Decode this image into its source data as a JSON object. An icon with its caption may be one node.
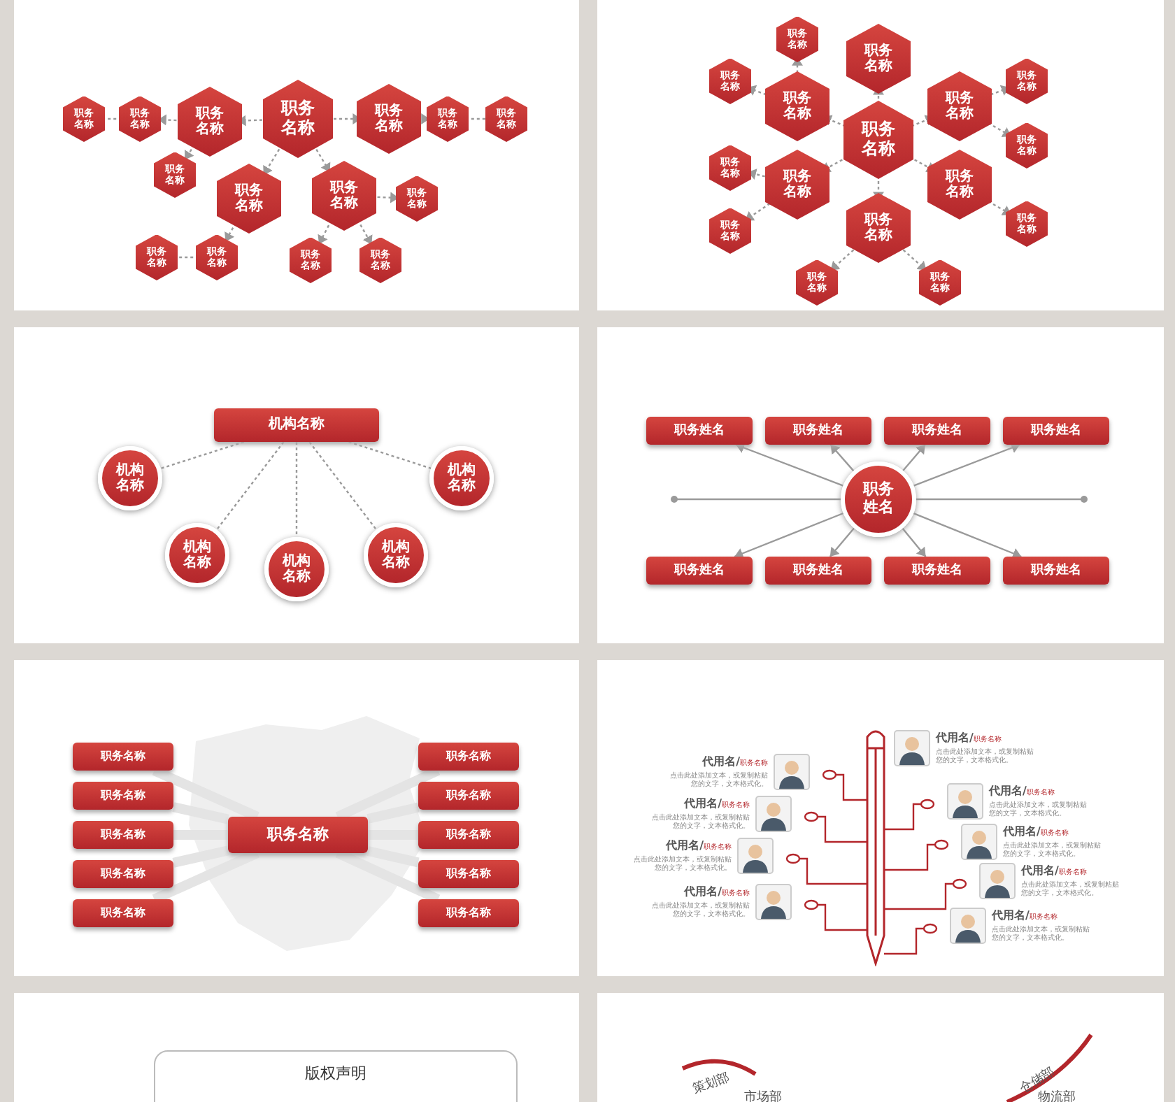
{
  "diagram": {
    "nodes": [
      {
        "text": [
          "职务名称"
        ]
      },
      {
        "text": [
          "职务名称"
        ]
      },
      {
        "text": [
          "职务名称"
        ]
      },
      {
        "text": [
          "职务名称"
        ]
      },
      {
        "text": [
          "职务名称"
        ]
      },
      {
        "text": [
          "职务名称"
        ]
      },
      {
        "text": [
          "职务名称"
        ]
      },
      {
        "text": [
          "职务名称"
        ]
      },
      {
        "text": [
          "职务名称"
        ]
      },
      {
        "text": [
          "职务名称"
        ]
      },
      {
        "text": [
          "职务名称"
        ]
      },
      {
        "text": [
          "职务名称"
        ]
      },
      {
        "text": [
          "职务名称"
        ]
      },
      {
        "text": [
          "职务名称"
        ]
      },
      {
        "text": [
          "职务名称"
        ]
      },
      {
        "text": [
          "职务名称"
        ]
      },
      {
        "text": [
          "职务名称"
        ]
      },
      {
        "text": [
          "职务名称"
        ]
      },
      {
        "text": [
          "职务名称"
        ]
      },
      {
        "text": [
          "职务名称"
        ]
      },
      {
        "text": [
          "职务名称"
        ]
      },
      {
        "text": [
          "职务名称"
        ]
      },
      {
        "text": [
          "职务名称"
        ]
      },
      {
        "text": [
          "职务名称"
        ]
      },
      {
        "text": [
          "职务名称"
        ]
      },
      {
        "text": [
          "职务名称"
        ]
      },
      {
        "text": [
          "职务名称"
        ]
      },
      {
        "text": [
          "职务名称"
        ]
      },
      {
        "text": [
          "职务名称"
        ]
      },
      {
        "text": [
          "职务名称"
        ]
      },
      {
        "text": [
          "职务名称"
        ]
      },
      {
        "text": [
          "机构名称"
        ]
      },
      {
        "text": [
          "机构名称"
        ]
      },
      {
        "text": [
          "机构名称"
        ]
      },
      {
        "text": [
          "机构名称"
        ]
      },
      {
        "text": [
          "机构名称"
        ]
      },
      {
        "text": [
          "机构名称"
        ]
      },
      {
        "text": [
          "职务姓名"
        ]
      },
      {
        "text": [
          "职务姓名"
        ]
      },
      {
        "text": [
          "职务姓名"
        ]
      },
      {
        "text": [
          "职务姓名"
        ]
      },
      {
        "text": [
          "职务姓名"
        ]
      },
      {
        "text": [
          "职务姓名"
        ]
      },
      {
        "text": [
          "职务姓名"
        ]
      },
      {
        "text": [
          "职务姓名"
        ]
      },
      {
        "text": [
          "职务姓名"
        ]
      },
      {
        "text": [
          "职务名称"
        ]
      },
      {
        "text": [
          "职务名称"
        ]
      },
      {
        "text": [
          "职务名称"
        ]
      },
      {
        "text": [
          "职务名称"
        ]
      },
      {
        "text": [
          "职务名称"
        ]
      },
      {
        "text": [
          "职务名称"
        ]
      },
      {
        "text": [
          "职务名称"
        ]
      },
      {
        "text": [
          "职务名称"
        ]
      },
      {
        "text": [
          "职务名称"
        ]
      },
      {
        "text": [
          "职务名称"
        ]
      },
      {
        "text": [
          "职务名称"
        ]
      },
      {
        "text": [
          "代用名/",
          "职务名称",
          "点击此处添加文本，或复制粘贴您的文字，文本格式化。"
        ]
      },
      {
        "text": [],
        "shape": "pencil"
      },
      {
        "text": [
          "代用名/",
          "职务名称",
          "点击此处添加文本，或复制粘贴您的文字，文本格式化。"
        ]
      },
      {
        "text": [
          "代用名/",
          "职务名称",
          "点击此处添加文本，或复制粘贴您的文字，文本格式化。"
        ]
      },
      {
        "text": [
          "代用名/",
          "职务名称",
          "点击此处添加文本，或复制粘贴您的文字，文本格式化。"
        ]
      },
      {
        "text": [
          "代用名/",
          "职务名称",
          "点击此处添加文本，或复制粘贴您的文字，文本格式化。"
        ]
      },
      {
        "text": [
          "代用名/",
          "职务名称",
          "点击此处添加文本，或复制粘贴您的文字，文本格式化。"
        ]
      },
      {
        "text": [
          "代用名/",
          "职务名称",
          "点击此处添加文本，或复制粘贴您的文字，文本格式化。"
        ]
      },
      {
        "text": [
          "代用名/",
          "职务名称",
          "点击此处添加文本，或复制粘贴您的文字，文本格式化。"
        ]
      },
      {
        "text": [
          "代用名/",
          "职务名称",
          "点击此处添加文本，或复制粘贴您的文字，文本格式化。"
        ]
      },
      {
        "text": [
          "版权声明"
        ]
      }
    ],
    "edges": [
      {
        "from": 3,
        "to": 2,
        "arrow": "to",
        "style": "dashed"
      },
      {
        "from": 2,
        "to": 1,
        "arrow": "to",
        "style": "dashed"
      },
      {
        "from": 1,
        "to": 0,
        "arrow": "none",
        "style": "dashed"
      },
      {
        "from": 2,
        "to": 7,
        "arrow": "to",
        "style": "dashed"
      },
      {
        "from": 3,
        "to": 8,
        "arrow": "to",
        "style": "dashed"
      },
      {
        "from": 8,
        "to": 12,
        "arrow": "to",
        "style": "dashed"
      },
      {
        "from": 12,
        "to": 11,
        "arrow": "none",
        "style": "dashed"
      },
      {
        "from": 3,
        "to": 4,
        "arrow": "to",
        "style": "dashed"
      },
      {
        "from": 4,
        "to": 5,
        "arrow": "to",
        "style": "dashed"
      },
      {
        "from": 5,
        "to": 6,
        "arrow": "none",
        "style": "dashed"
      },
      {
        "from": 3,
        "to": 9,
        "arrow": "to",
        "style": "dashed"
      },
      {
        "from": 9,
        "to": 10,
        "arrow": "to",
        "style": "dashed"
      },
      {
        "from": 9,
        "to": 13,
        "arrow": "to",
        "style": "dashed"
      },
      {
        "from": 9,
        "to": 14,
        "arrow": "to",
        "style": "dashed"
      },
      {
        "from": 22,
        "to": 17,
        "arrow": "to",
        "style": "dashed"
      },
      {
        "from": 22,
        "to": 19,
        "arrow": "to",
        "style": "dashed"
      },
      {
        "from": 22,
        "to": 20,
        "arrow": "to",
        "style": "dashed"
      },
      {
        "from": 22,
        "to": 24,
        "arrow": "to",
        "style": "dashed"
      },
      {
        "from": 22,
        "to": 25,
        "arrow": "to",
        "style": "dashed"
      },
      {
        "from": 22,
        "to": 28,
        "arrow": "to",
        "style": "dashed"
      },
      {
        "from": 19,
        "to": 15,
        "arrow": "to",
        "style": "dashed"
      },
      {
        "from": 19,
        "to": 16,
        "arrow": "to",
        "style": "dashed"
      },
      {
        "from": 20,
        "to": 18,
        "arrow": "to",
        "style": "dashed"
      },
      {
        "from": 20,
        "to": 21,
        "arrow": "to",
        "style": "dashed"
      },
      {
        "from": 24,
        "to": 23,
        "arrow": "to",
        "style": "dashed"
      },
      {
        "from": 24,
        "to": 26,
        "arrow": "to",
        "style": "dashed"
      },
      {
        "from": 25,
        "to": 27,
        "arrow": "to",
        "style": "dashed"
      },
      {
        "from": 28,
        "to": 29,
        "arrow": "to",
        "style": "dashed"
      },
      {
        "from": 28,
        "to": 30,
        "arrow": "to",
        "style": "dashed"
      },
      {
        "from": 31,
        "to": 32,
        "arrow": "none",
        "style": "dashed"
      },
      {
        "from": 31,
        "to": 33,
        "arrow": "none",
        "style": "dashed"
      },
      {
        "from": 31,
        "to": 34,
        "arrow": "none",
        "style": "dashed"
      },
      {
        "from": 31,
        "to": 35,
        "arrow": "none",
        "style": "dashed"
      },
      {
        "from": 31,
        "to": 36,
        "arrow": "none",
        "style": "dashed"
      },
      {
        "from": 41,
        "to": 37,
        "arrow": "to"
      },
      {
        "from": 41,
        "to": 38,
        "arrow": "to"
      },
      {
        "from": 41,
        "to": 39,
        "arrow": "to"
      },
      {
        "from": 41,
        "to": 40,
        "arrow": "to"
      },
      {
        "from": 41,
        "to": 42,
        "arrow": "to"
      },
      {
        "from": 41,
        "to": 43,
        "arrow": "to"
      },
      {
        "from": 41,
        "to": 44,
        "arrow": "to"
      },
      {
        "from": 41,
        "to": 45,
        "arrow": "to"
      },
      {
        "from": 41,
        "to": null,
        "arrow": "other"
      },
      {
        "from": 41,
        "to": null,
        "arrow": "other"
      },
      {
        "from": 51,
        "to": 46,
        "arrow": "none",
        "style": "thick",
        "color": "#e4e4e4"
      },
      {
        "from": 51,
        "to": 47,
        "arrow": "none",
        "style": "thick",
        "color": "#e4e4e4"
      },
      {
        "from": 51,
        "to": 48,
        "arrow": "none",
        "style": "thick",
        "color": "#e4e4e4"
      },
      {
        "from": 51,
        "to": 49,
        "arrow": "none",
        "style": "thick",
        "color": "#e4e4e4"
      },
      {
        "from": 51,
        "to": 50,
        "arrow": "none",
        "style": "thick",
        "color": "#e4e4e4"
      },
      {
        "from": 51,
        "to": 52,
        "arrow": "none",
        "style": "thick",
        "color": "#e4e4e4"
      },
      {
        "from": 51,
        "to": 53,
        "arrow": "none",
        "style": "thick",
        "color": "#e4e4e4"
      },
      {
        "from": 51,
        "to": 54,
        "arrow": "none",
        "style": "thick",
        "color": "#e4e4e4"
      },
      {
        "from": 51,
        "to": 55,
        "arrow": "none",
        "style": "thick",
        "color": "#e4e4e4"
      },
      {
        "from": 51,
        "to": 56,
        "arrow": "none",
        "style": "thick",
        "color": "#e4e4e4"
      },
      {
        "from": 58,
        "to": 59,
        "arrow": "other",
        "color": "#b3262b"
      },
      {
        "from": 58,
        "to": 60,
        "arrow": "other",
        "color": "#b3262b"
      },
      {
        "from": 58,
        "to": 61,
        "arrow": "other",
        "color": "#b3262b"
      },
      {
        "from": 58,
        "to": 62,
        "arrow": "other",
        "color": "#b3262b"
      },
      {
        "from": 58,
        "to": 63,
        "arrow": "other",
        "color": "#b3262b"
      },
      {
        "from": 58,
        "to": 64,
        "arrow": "other",
        "color": "#b3262b"
      },
      {
        "from": 58,
        "to": 65,
        "arrow": "other",
        "color": "#b3262b"
      },
      {
        "from": 58,
        "to": 66,
        "arrow": "other",
        "color": "#b3262b"
      }
    ],
    "labels": [
      "策划部",
      "市场部",
      "仓储部",
      "物流部"
    ]
  }
}
